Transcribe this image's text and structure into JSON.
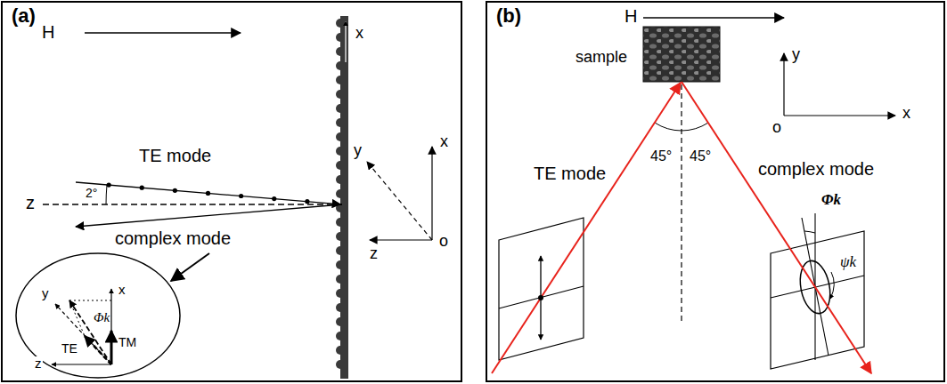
{
  "diagram": {
    "labels": [
      "(a)",
      "H",
      "x",
      "TE mode",
      "2°",
      "z",
      "complex mode",
      "y",
      "x",
      "z",
      "o",
      "x",
      "y",
      "Φk",
      "TE",
      "TM",
      "z",
      "(b)",
      "H",
      "sample",
      "y",
      "x",
      "o",
      "TE mode",
      "45°",
      "45°",
      "complex mode",
      "Φk",
      "ψk"
    ]
  }
}
